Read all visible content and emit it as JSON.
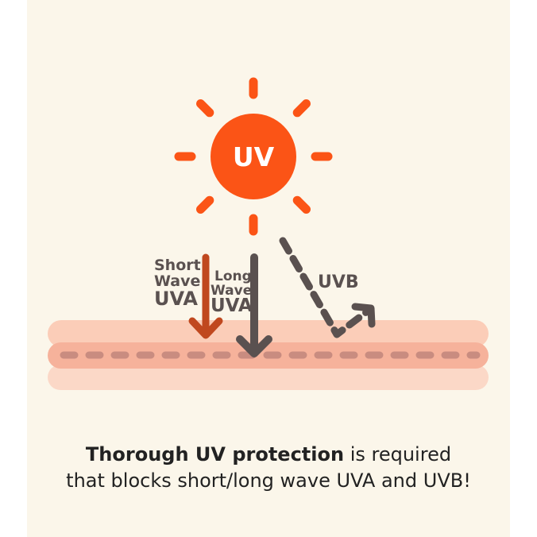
{
  "colors": {
    "background": "#fbf6ea",
    "sun": "#fb5416",
    "uva_short_arrow": "#c0481f",
    "gray_arrow": "#5a5150",
    "skin_top": "#fbcdb8",
    "skin_middle": "#f6b29b",
    "skin_bottom": "#fbd8c7",
    "skin_dash": "#c98c80"
  },
  "icons": {
    "sun": "sun-icon",
    "arrows": "arrow-icon"
  },
  "sun": {
    "label": "UV"
  },
  "labels": {
    "short_wave_1": "Short",
    "short_wave_2": "Wave",
    "short_wave_3": "UVA",
    "long_wave_1": "Long",
    "long_wave_2": "Wave",
    "long_wave_3": "UVA",
    "uvb": "UVB"
  },
  "caption": {
    "line1_bold": "Thorough UV protection",
    "line1_rest": " is required",
    "line2": "that blocks short/long wave UVA and UVB!"
  }
}
